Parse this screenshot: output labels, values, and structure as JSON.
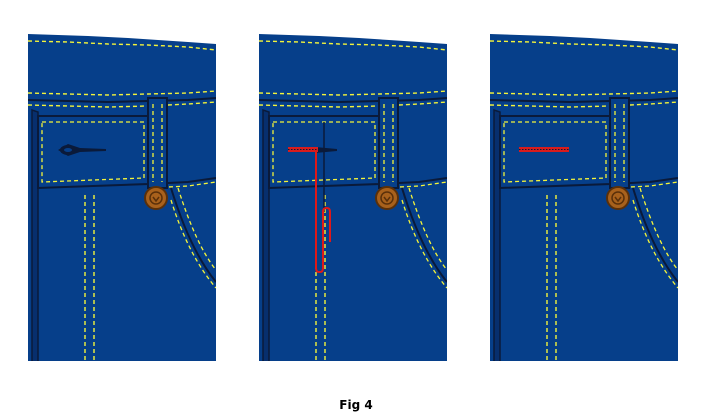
{
  "caption": "Fig 4",
  "colors": {
    "denim": "#063f8a",
    "denim_dark": "#072f6e",
    "outline": "#0a1a3a",
    "stitch": "#f4f43a",
    "button": "#a8611c",
    "button_dark": "#5a300a",
    "buttonhole": "#0a1a3a",
    "cut_stitch": "#d81c1c",
    "paperclip": "#e01818",
    "background": "#ffffff"
  },
  "panels": [
    {
      "id": "panel-1",
      "state": "buttonhole-intact",
      "elements": [
        "waistband",
        "belt-loop",
        "button",
        "buttonhole",
        "front-pocket",
        "fly-stitching"
      ]
    },
    {
      "id": "panel-2",
      "state": "buttonhole-cut-with-paperclip",
      "elements": [
        "waistband",
        "belt-loop",
        "button",
        "buttonhole",
        "cut-stitch",
        "paperclip",
        "front-pocket",
        "fly-stitching"
      ]
    },
    {
      "id": "panel-3",
      "state": "buttonhole-removed",
      "elements": [
        "waistband",
        "belt-loop",
        "button",
        "cut-stitch",
        "front-pocket",
        "fly-stitching"
      ]
    }
  ]
}
